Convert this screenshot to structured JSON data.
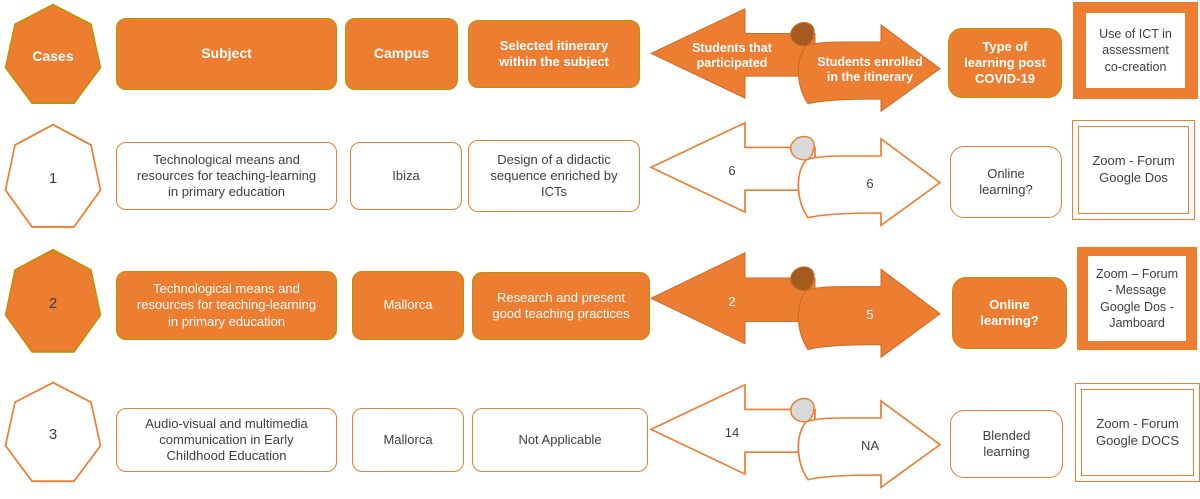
{
  "palette": {
    "orange": "#ED7D31",
    "gold_border": "#BF9000",
    "curl_dark": "#A55B20",
    "curl_gray": "#D9D9D9",
    "text": "#404040",
    "white": "#FFFFFF"
  },
  "header": {
    "cases": "Cases",
    "subject": "Subject",
    "campus": "Campus",
    "itinerary": "Selected itinerary\nwithin the subject",
    "arrow_left": "Students that\nparticipated",
    "arrow_right": "Students enrolled\nin the itinerary",
    "type": "Type of\nlearning post\nCOVID-19",
    "ict": "Use of ICT in\nassessment\nco-creation"
  },
  "rows": [
    {
      "case": "1",
      "subject": "Technological means and\nresources for teaching-learning\nin primary education",
      "campus": "Ibiza",
      "itinerary": "Design of a didactic\nsequence enriched by\nICTs",
      "participated": "6",
      "enrolled": "6",
      "type": "Online\nlearning?",
      "ict": "Zoom - Forum\nGoogle Dos"
    },
    {
      "case": "2",
      "subject": "Technological means and\nresources for teaching-learning\nin primary education",
      "campus": "Mallorca",
      "itinerary": "Research and present\ngood teaching practices",
      "participated": "2",
      "enrolled": "5",
      "type": "Online\nlearning?",
      "ict": "Zoom – Forum\n- Message\nGoogle Dos -\nJamboard"
    },
    {
      "case": "3",
      "subject": "Audio-visual and multimedia\ncommunication in Early\nChildhood Education",
      "campus": "Mallorca",
      "itinerary": "Not Applicable",
      "participated": "14",
      "enrolled": "NA",
      "type": "Blended\nlearning",
      "ict": "Zoom - Forum\nGoogle DOCS"
    }
  ]
}
